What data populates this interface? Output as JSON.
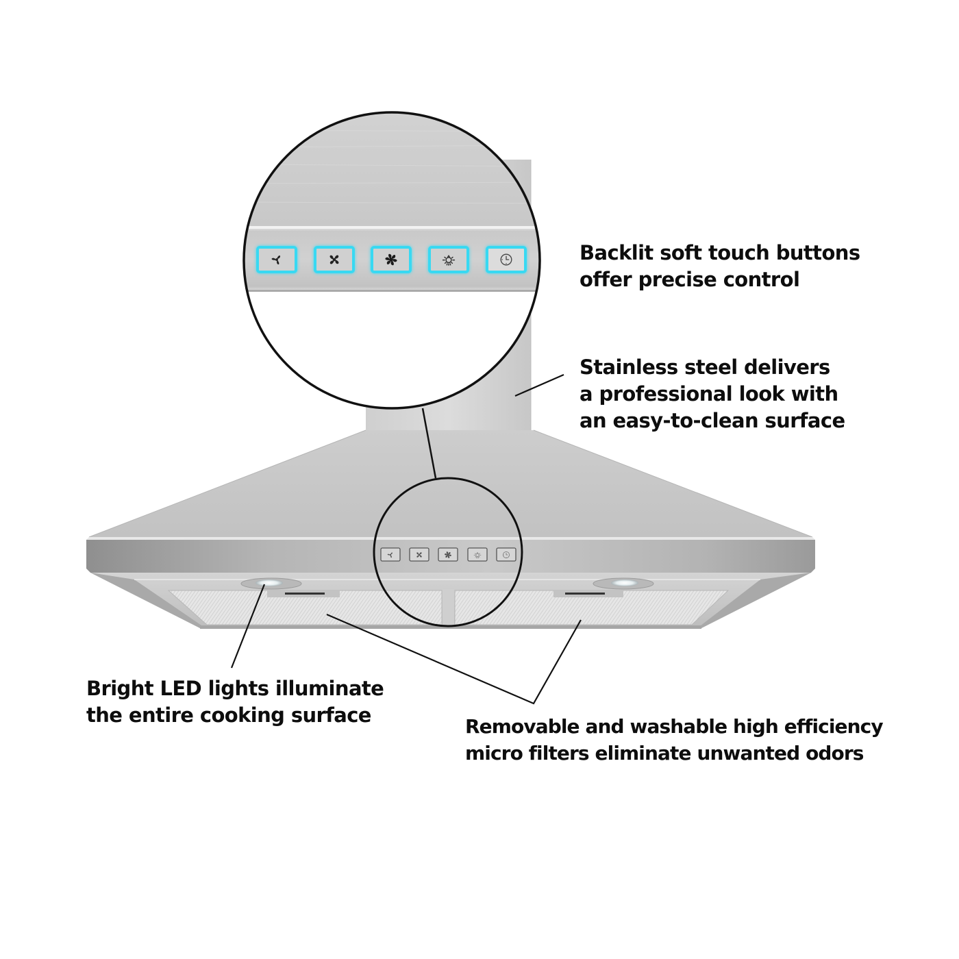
{
  "product": {
    "name": "Pyramid wall-mount stainless steel range hood",
    "finish_color": "#c4c4c4",
    "backlight_color": "#39d9f2"
  },
  "control_panel": {
    "buttons": [
      {
        "id": "fan-low",
        "icon": "fan-low-icon",
        "label": "Fan speed low"
      },
      {
        "id": "fan-medium",
        "icon": "fan-medium-icon",
        "label": "Fan speed medium"
      },
      {
        "id": "fan-high",
        "icon": "fan-high-icon",
        "label": "Fan speed high"
      },
      {
        "id": "light",
        "icon": "light-bulb-icon",
        "label": "Light"
      },
      {
        "id": "timer",
        "icon": "clock-icon",
        "label": "Timer"
      }
    ]
  },
  "callouts": {
    "buttons": {
      "lines": [
        "Backlit soft touch buttons",
        "offer precise control"
      ]
    },
    "steel": {
      "lines": [
        "Stainless steel delivers",
        "a professional look with",
        "an easy-to-clean surface"
      ]
    },
    "led": {
      "lines": [
        "Bright LED lights illuminate",
        "the entire cooking surface"
      ]
    },
    "filters": {
      "lines": [
        "Removable and washable high efficiency",
        "micro filters eliminate unwanted odors"
      ]
    }
  },
  "colors": {
    "text": "#0d0d0d",
    "leader_lines": "#111111",
    "background": "#ffffff"
  }
}
